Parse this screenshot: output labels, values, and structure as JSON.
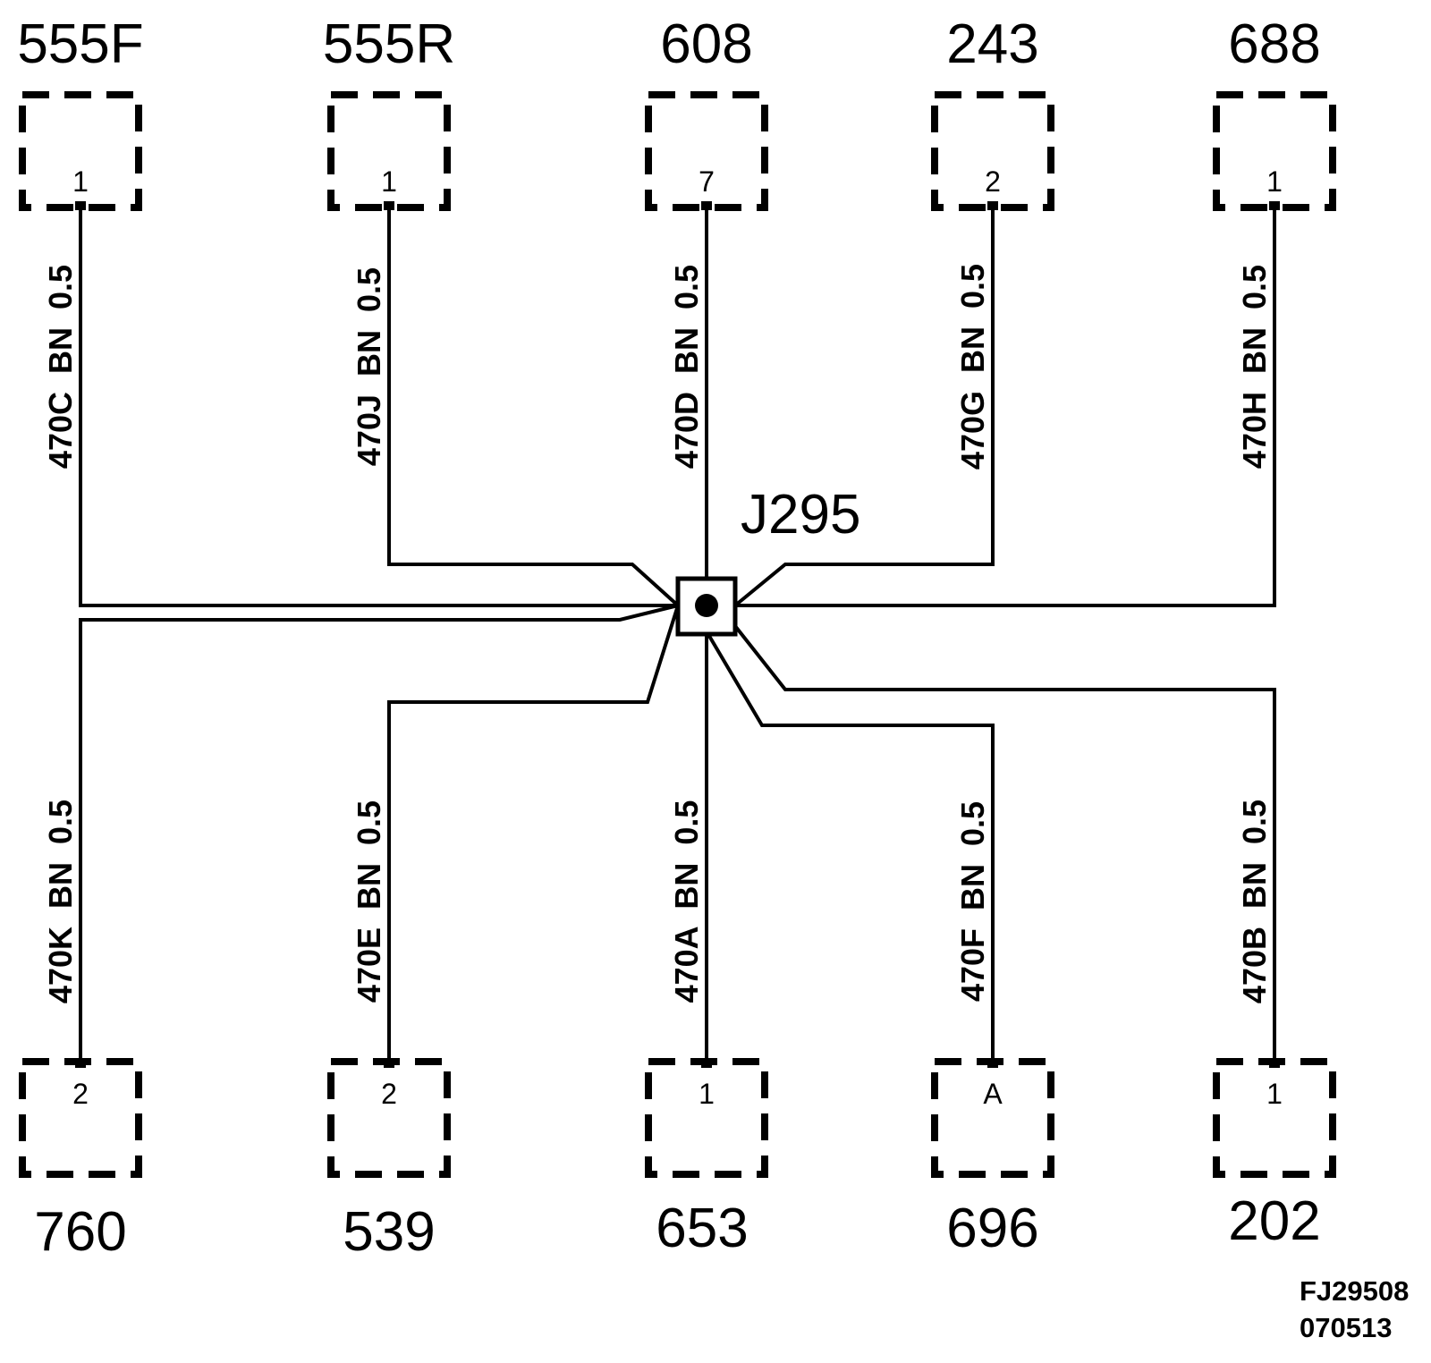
{
  "splice": {
    "label": "J295"
  },
  "top_connectors": [
    {
      "component": "555F",
      "pin": "1",
      "wire": "470C  BN  0.5"
    },
    {
      "component": "555R",
      "pin": "1",
      "wire": "470J  BN  0.5"
    },
    {
      "component": "608",
      "pin": "7",
      "wire": "470D  BN  0.5"
    },
    {
      "component": "243",
      "pin": "2",
      "wire": "470G  BN  0.5"
    },
    {
      "component": "688",
      "pin": "1",
      "wire": "470H  BN  0.5"
    }
  ],
  "bottom_connectors": [
    {
      "component": "760",
      "pin": "2",
      "wire": "470K  BN  0.5"
    },
    {
      "component": "539",
      "pin": "2",
      "wire": "470E  BN  0.5"
    },
    {
      "component": "653",
      "pin": "1",
      "wire": "470A  BN  0.5"
    },
    {
      "component": "696",
      "pin": "A",
      "wire": "470F  BN  0.5"
    },
    {
      "component": "202",
      "pin": "1",
      "wire": "470B  BN  0.5"
    }
  ],
  "reference": {
    "line1": "FJ29508",
    "line2": "070513"
  }
}
